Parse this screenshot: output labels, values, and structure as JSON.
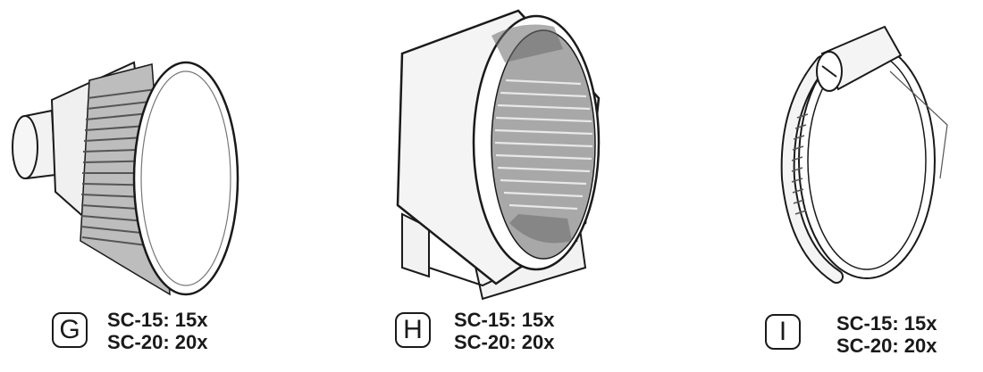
{
  "parts": [
    {
      "letter": "G",
      "icon": "adapter-cap-icon",
      "lines": [
        "SC-15: 15x",
        "SC-20: 20x"
      ]
    },
    {
      "letter": "H",
      "icon": "pipe-clamp-bracket-icon",
      "lines": [
        "SC-15: 15x",
        "SC-20: 20x"
      ]
    },
    {
      "letter": "I",
      "icon": "hose-clamp-icon",
      "lines": [
        "SC-15: 15x",
        "SC-20: 20x"
      ]
    }
  ],
  "colors": {
    "line": "#1a1a1a",
    "shade": "#9a9a9a",
    "dark": "#4a4a4a",
    "fill": "#f2f2f2"
  }
}
